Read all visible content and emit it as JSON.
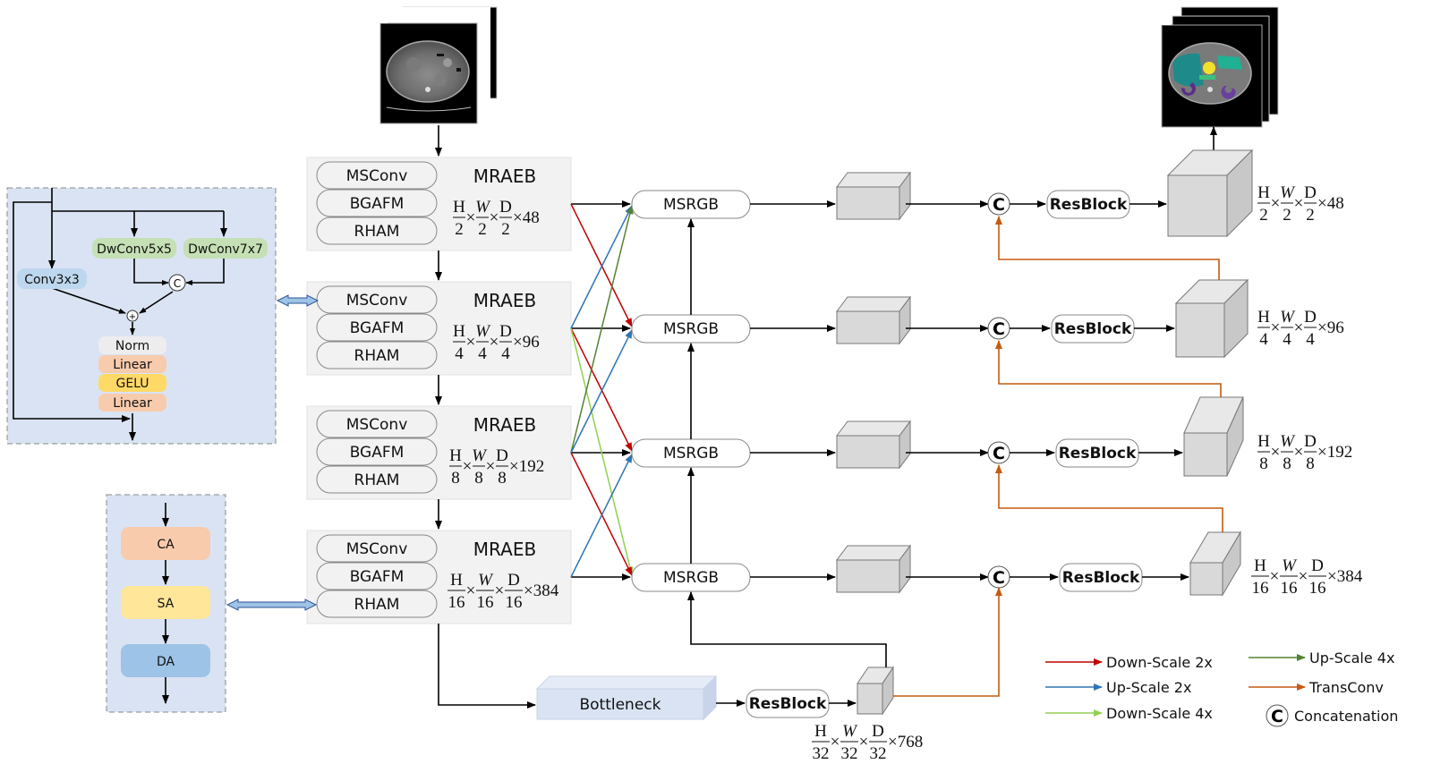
{
  "diagram": {
    "input_image": {
      "label": "input-ct-scan",
      "description": "abdominal CT slices"
    },
    "output_image": {
      "label": "output-segmentation",
      "description": "segmented abdominal CT slices"
    },
    "encoder": {
      "blocks": [
        {
          "title": "MRAEB",
          "modules": [
            "MSConv",
            "BGAFM",
            "RHAM"
          ],
          "dims": {
            "h": "H",
            "w": "W",
            "d": "D",
            "den": "2",
            "ch": "×48"
          }
        },
        {
          "title": "MRAEB",
          "modules": [
            "MSConv",
            "BGAFM",
            "RHAM"
          ],
          "dims": {
            "h": "H",
            "w": "W",
            "d": "D",
            "den": "4",
            "ch": "×96"
          }
        },
        {
          "title": "MRAEB",
          "modules": [
            "MSConv",
            "BGAFM",
            "RHAM"
          ],
          "dims": {
            "h": "H",
            "w": "W",
            "d": "D",
            "den": "8",
            "ch": "×192"
          }
        },
        {
          "title": "MRAEB",
          "modules": [
            "MSConv",
            "BGAFM",
            "RHAM"
          ],
          "dims": {
            "h": "H",
            "w": "W",
            "d": "D",
            "den": "16",
            "ch": "×384"
          }
        }
      ]
    },
    "msconv_detail": {
      "nodes": [
        "DwConv5x5",
        "DwConv7x7",
        "Conv3x3",
        "Norm",
        "Linear",
        "GELU",
        "Linear"
      ],
      "concat_symbol": "C",
      "add_symbol": "+"
    },
    "rham_detail": {
      "nodes": [
        "CA",
        "SA",
        "DA"
      ]
    },
    "msrgb": [
      "MSRGB",
      "MSRGB",
      "MSRGB",
      "MSRGB"
    ],
    "bottleneck": {
      "label": "Bottleneck",
      "resblock": "ResBlock",
      "dims": {
        "h": "H",
        "w": "W",
        "d": "D",
        "den": "32",
        "ch": "×768"
      }
    },
    "decoder": {
      "concat_symbol": "C",
      "resblocks": [
        "ResBlock",
        "ResBlock",
        "ResBlock",
        "ResBlock"
      ],
      "dims": [
        {
          "h": "H",
          "w": "W",
          "d": "D",
          "den": "2",
          "ch": "×48"
        },
        {
          "h": "H",
          "w": "W",
          "d": "D",
          "den": "4",
          "ch": "×96"
        },
        {
          "h": "H",
          "w": "W",
          "d": "D",
          "den": "8",
          "ch": "×192"
        },
        {
          "h": "H",
          "w": "W",
          "d": "D",
          "den": "16",
          "ch": "×384"
        }
      ]
    },
    "times": "×",
    "legend": {
      "items": [
        {
          "label": "Down-Scale 2x",
          "color": "#c00000"
        },
        {
          "label": "Up-Scale 2x",
          "color": "#2e75b6"
        },
        {
          "label": "Down-Scale 4x",
          "color": "#92d050"
        },
        {
          "label": "Up-Scale 4x",
          "color": "#548235"
        },
        {
          "label": "TransConv",
          "color": "#c55a11"
        }
      ],
      "concat": {
        "symbol": "C",
        "label": "Concatenation"
      }
    },
    "colors": {
      "down2": "#c00000",
      "up2": "#2e75b6",
      "down4": "#92d050",
      "up4": "#548235",
      "transconv": "#c55a11",
      "panel_bg": "#dae3f3",
      "block_bg": "#f2f2f2",
      "cube": "#d9d9d9",
      "dw_green": "#c5e0b4",
      "conv_blue": "#bdd7ee",
      "norm": "#ededed",
      "linear": "#f8cbad",
      "gelu": "#ffd966",
      "ca": "#f8cbad",
      "sa": "#ffe699",
      "da": "#9dc3e6",
      "bottleneck": "#dae3f3"
    }
  }
}
